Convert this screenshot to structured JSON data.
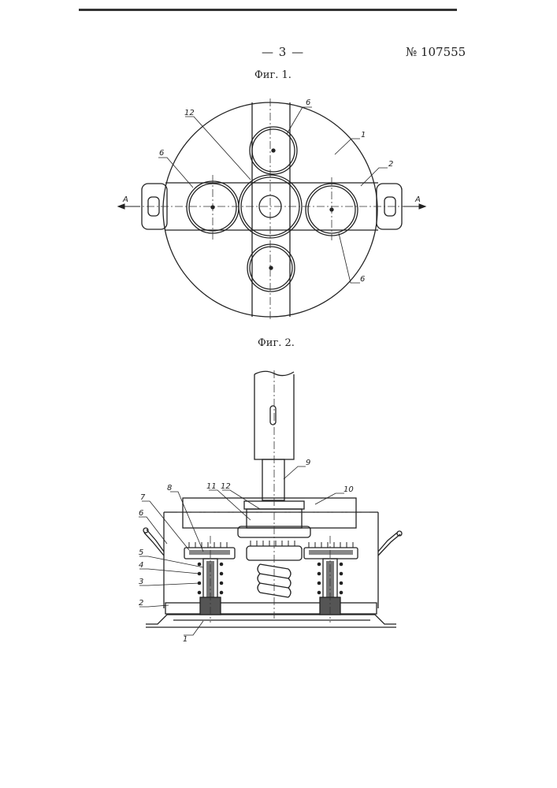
{
  "page_number": "— 3 —",
  "patent_number": "№ 107555",
  "figure1": {
    "caption": "Фиг. 1.",
    "labels": {
      "l1": "1",
      "l2": "2",
      "l6a": "6",
      "l6b": "6",
      "l6c": "6",
      "l12": "12",
      "lAleft": "A",
      "lAright": "A"
    }
  },
  "figure2": {
    "caption": "Фиг. 2.",
    "labels": {
      "l1": "1",
      "l2": "2",
      "l3": "3",
      "l4": "4",
      "l5": "5",
      "l6": "6",
      "l7": "7",
      "l8": "8",
      "l9": "9",
      "l10": "10",
      "l11": "11",
      "l12": "12"
    }
  }
}
